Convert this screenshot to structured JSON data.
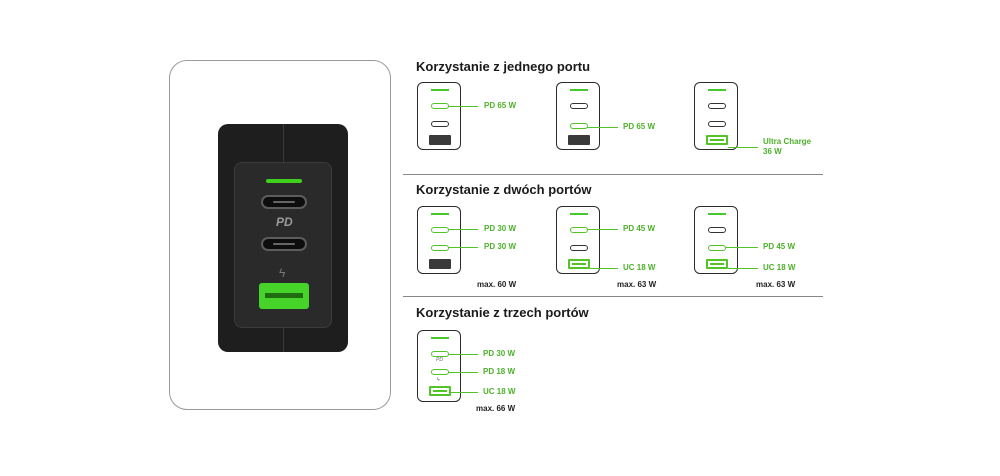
{
  "device": {
    "port_marks": {
      "pd": "PD",
      "bolt": "ϟ"
    }
  },
  "sections": [
    {
      "title": "Korzystanie z jednego portu",
      "configs": [
        {
          "labels": [
            "PD 65 W"
          ],
          "max": ""
        },
        {
          "labels": [
            "PD 65 W"
          ],
          "max": ""
        },
        {
          "labels": [
            "Ultra Charge",
            "36 W"
          ],
          "max": ""
        }
      ]
    },
    {
      "title": "Korzystanie z dwóch portów",
      "configs": [
        {
          "labels": [
            "PD 30 W",
            "PD 30 W"
          ],
          "max": "max. 60 W"
        },
        {
          "labels": [
            "PD 45 W",
            "UC 18 W"
          ],
          "max": "max. 63 W"
        },
        {
          "labels": [
            "PD 45 W",
            "UC 18 W"
          ],
          "max": "max. 63 W"
        }
      ]
    },
    {
      "title": "Korzystanie z trzech portów",
      "configs": [
        {
          "labels": [
            "PD 30 W",
            "PD 18 W",
            "UC 18 W"
          ],
          "max": "max. 66 W"
        }
      ]
    }
  ],
  "colors": {
    "accent": "#52c427",
    "label_green": "#4db12a",
    "charger": "#1e1e1e"
  }
}
